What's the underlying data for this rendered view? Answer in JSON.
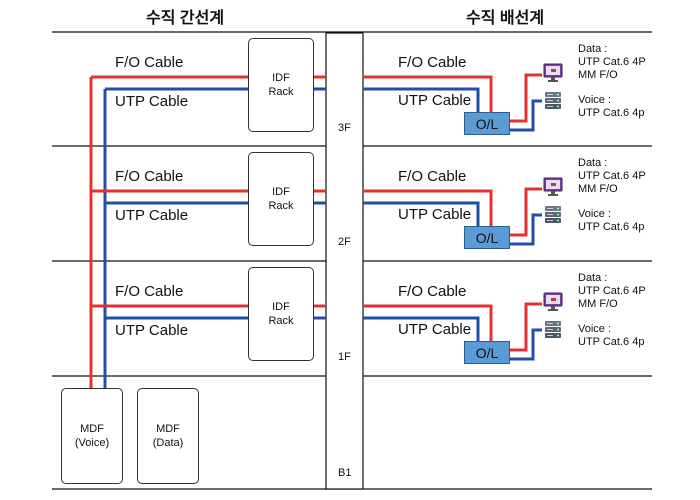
{
  "headers": {
    "left": "수직 간선계",
    "right": "수직 배선계"
  },
  "cables": {
    "fo": "F/O Cable",
    "utp": "UTP Cable"
  },
  "colors": {
    "fo": "#e53030",
    "utp": "#1f4fa8",
    "ol_fill": "#5b9bd5"
  },
  "idf_line1": "IDF",
  "idf_line2": "Rack",
  "ol_label": "O/L",
  "floors": [
    "3F",
    "2F",
    "1F",
    "B1"
  ],
  "terminal": {
    "data_label": "Data :",
    "data_spec1": "UTP Cat.6 4P",
    "data_spec2": "MM F/O",
    "voice_label": "Voice :",
    "voice_spec": "UTP Cat.6 4p"
  },
  "mdf_voice": {
    "line1": "MDF",
    "line2": "(Voice)"
  },
  "mdf_data": {
    "line1": "MDF",
    "line2": "(Data)"
  },
  "icons": {
    "pc": "pc-monitor-icon",
    "phone": "phone-server-icon"
  }
}
